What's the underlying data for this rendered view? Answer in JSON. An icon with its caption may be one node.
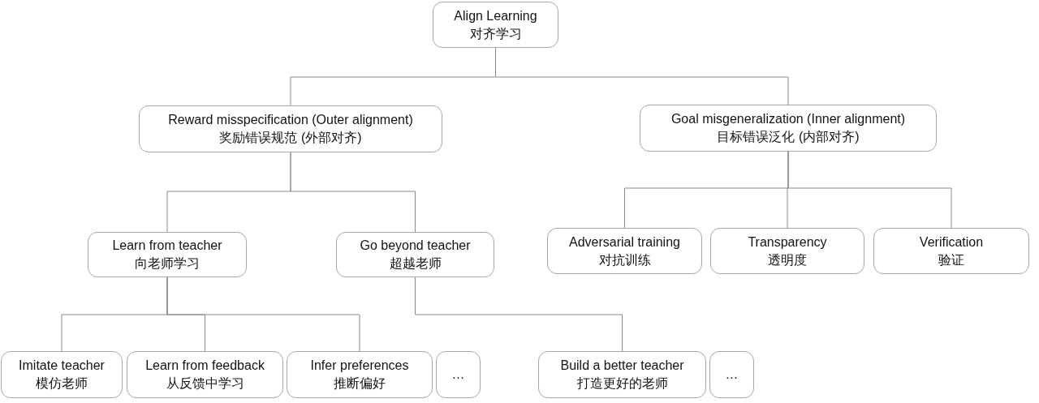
{
  "diagram": {
    "nodes": [
      {
        "text": [
          "Align Learning",
          "对齐学习"
        ]
      },
      {
        "text": [
          "Reward misspecification (Outer alignment)",
          "奖励错误规范 (外部对齐)"
        ]
      },
      {
        "text": [
          "Goal misgeneralization (Inner alignment)",
          "目标错误泛化 (内部对齐)"
        ]
      },
      {
        "text": [
          "Learn from teacher",
          "向老师学习"
        ]
      },
      {
        "text": [
          "Go beyond teacher",
          "超越老师"
        ]
      },
      {
        "text": [
          "Adversarial training",
          "对抗训练"
        ]
      },
      {
        "text": [
          "Transparency",
          "透明度"
        ]
      },
      {
        "text": [
          "Verification",
          "验证"
        ]
      },
      {
        "text": [
          "Imitate teacher",
          "模仿老师"
        ]
      },
      {
        "text": [
          "Learn from feedback",
          "从反馈中学习"
        ]
      },
      {
        "text": [
          "Infer preferences",
          "推断偏好"
        ]
      },
      {
        "text": [
          "…"
        ]
      },
      {
        "text": [
          "Build a better teacher",
          "打造更好的老师"
        ]
      },
      {
        "text": [
          "…"
        ]
      }
    ],
    "edges": [
      {
        "from": 0,
        "to": 1,
        "arrow": "none"
      },
      {
        "from": 0,
        "to": 2,
        "arrow": "none"
      },
      {
        "from": 1,
        "to": 3,
        "arrow": "none"
      },
      {
        "from": 1,
        "to": 4,
        "arrow": "none"
      },
      {
        "from": 2,
        "to": 5,
        "arrow": "none"
      },
      {
        "from": 2,
        "to": 6,
        "arrow": "none"
      },
      {
        "from": 2,
        "to": 7,
        "arrow": "none"
      },
      {
        "from": 3,
        "to": 8,
        "arrow": "none"
      },
      {
        "from": 3,
        "to": 9,
        "arrow": "none"
      },
      {
        "from": 3,
        "to": 10,
        "arrow": "none"
      },
      {
        "from": 4,
        "to": 12,
        "arrow": "none"
      }
    ]
  }
}
